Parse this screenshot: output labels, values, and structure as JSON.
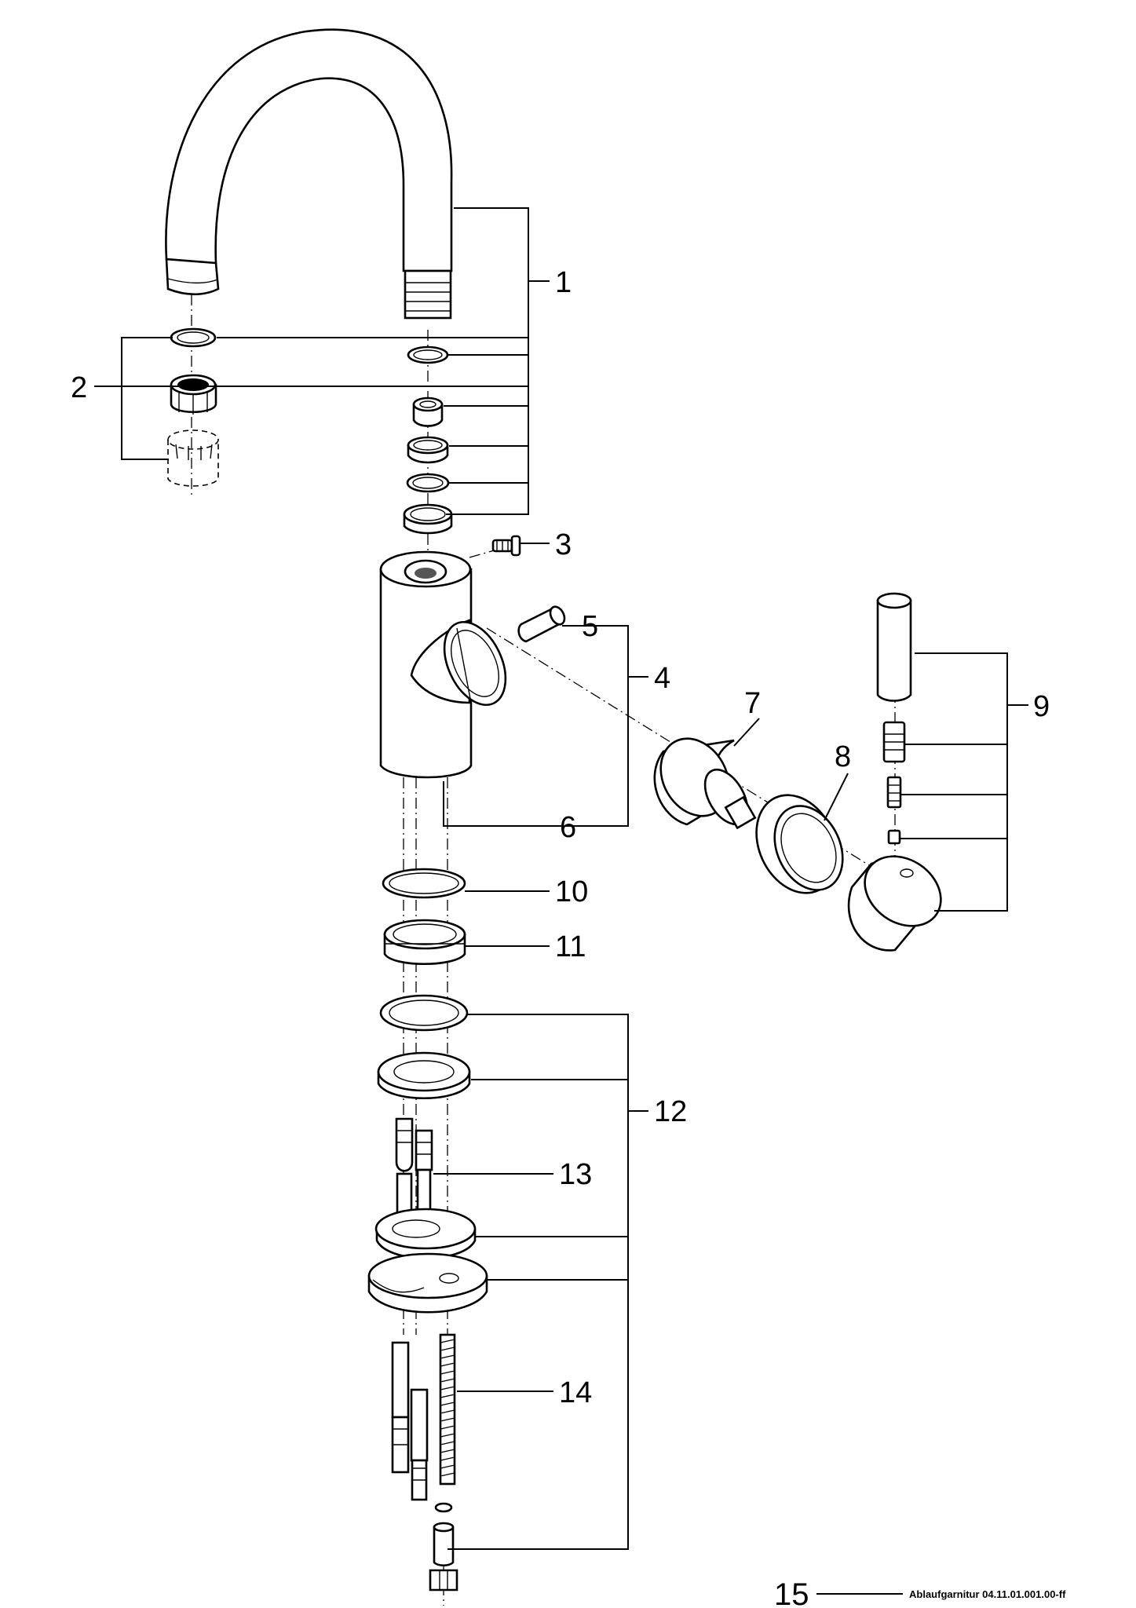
{
  "callouts": {
    "c1": "1",
    "c2": "2",
    "c3": "3",
    "c4": "4",
    "c5": "5",
    "c6": "6",
    "c7": "7",
    "c8": "8",
    "c9": "9",
    "c10": "10",
    "c11": "11",
    "c12": "12",
    "c13": "13",
    "c14": "14",
    "c15": "15"
  },
  "note": "Ablaufgarnitur 04.11.01.001.00-ff"
}
